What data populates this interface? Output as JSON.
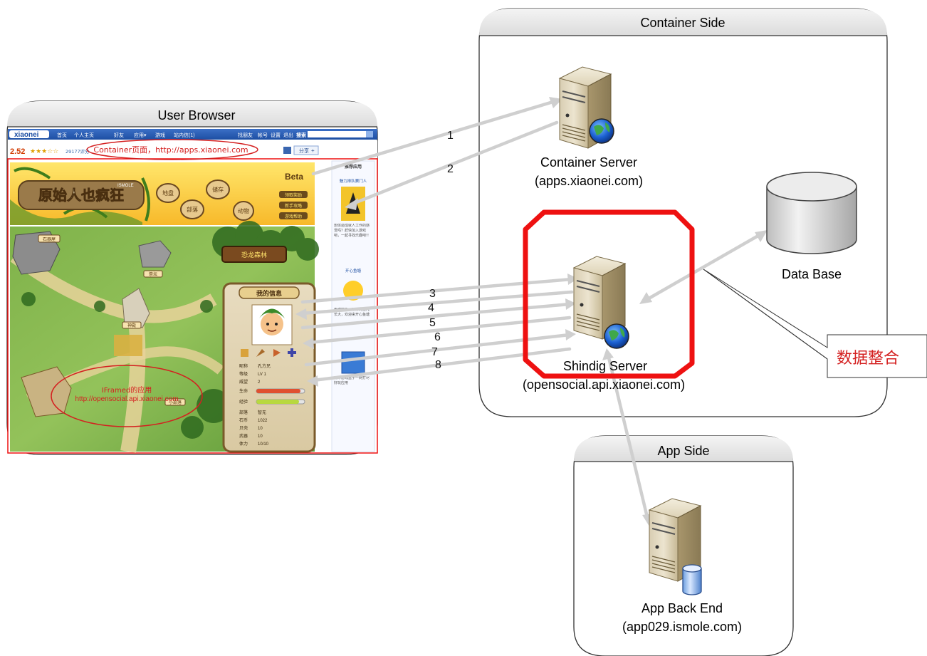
{
  "panels": {
    "container_side": "Container Side",
    "user_browser": "User Browser",
    "app_side": "App Side"
  },
  "servers": {
    "container_server": {
      "name": "Container Server",
      "host": "(apps.xiaonei.com)"
    },
    "database": {
      "name": "Data Base"
    },
    "shindig_server": {
      "name": "Shindig Server",
      "host": "(opensocial.api.xiaonei.com)"
    },
    "app_backend": {
      "name": "App Back End",
      "host": "(app029.ismole.com)"
    }
  },
  "callout": {
    "label": "数据整合",
    "color": "#d42020"
  },
  "browser": {
    "nav": {
      "logo": "xiaonei",
      "links": [
        "首页",
        "个人主页",
        "好友",
        "应用▾",
        "游戏",
        "站内信(1)"
      ],
      "right_links": [
        "找朋友",
        "帐号",
        "设置",
        "退出"
      ],
      "search_label": "搜索"
    },
    "rating": {
      "score": "2.52",
      "stars": "★★★☆☆",
      "count": "29177评分"
    },
    "share_label": "分享",
    "container_note": "Container页面，http://apps.xiaonei.com",
    "iframe_note": {
      "line1": "IFramed的应用",
      "line2": "http://opensocial.api.xiaonei.com"
    },
    "game": {
      "title": "原始人也疯狂",
      "badge": "Beta",
      "sub": "ISMOLE",
      "menu": [
        "地盘",
        "部落",
        "储存",
        "动物"
      ],
      "buttons": [
        "领取奖励",
        "新手攻略",
        "游戏帮助"
      ],
      "places": [
        "石器屋",
        "祭坛",
        "神殿",
        "小部落",
        "恐龙森林"
      ],
      "info_title": "我的信息",
      "stats": [
        {
          "label": "昵称",
          "value": "孔方兄"
        },
        {
          "label": "等级",
          "value": "LV 1"
        },
        {
          "label": "威望",
          "value": "2"
        },
        {
          "label": "生命",
          "value": ""
        },
        {
          "label": "经验",
          "value": ""
        },
        {
          "label": "部落",
          "value": "智无"
        },
        {
          "label": "石币",
          "value": "1022"
        },
        {
          "label": "贝壳",
          "value": "10"
        },
        {
          "label": "武器",
          "value": "10"
        },
        {
          "label": "体力",
          "value": "10/10"
        }
      ]
    },
    "sidebar": {
      "title": "推荐应用",
      "app1": "魅力排队赛门人",
      "app1_desc": "想体验成就人工作的感觉吗？赶快加入游戏吧，一起寻找乐趣吧!!",
      "app2": "开心鱼塘",
      "app2_desc": "鱼塘喂鱼，帮你的鱼儿长大，欢迎来开心鱼塘",
      "app3_desc": "简单游戏盒子一网打尽好玩应用"
    }
  },
  "arrows": {
    "labels": [
      "1",
      "2",
      "3",
      "4",
      "5",
      "6",
      "7",
      "8"
    ],
    "color": "#cfcfcf"
  },
  "colors": {
    "highlight": "#ee1111",
    "annotation": "#d42020",
    "panel_stroke": "#333333"
  }
}
